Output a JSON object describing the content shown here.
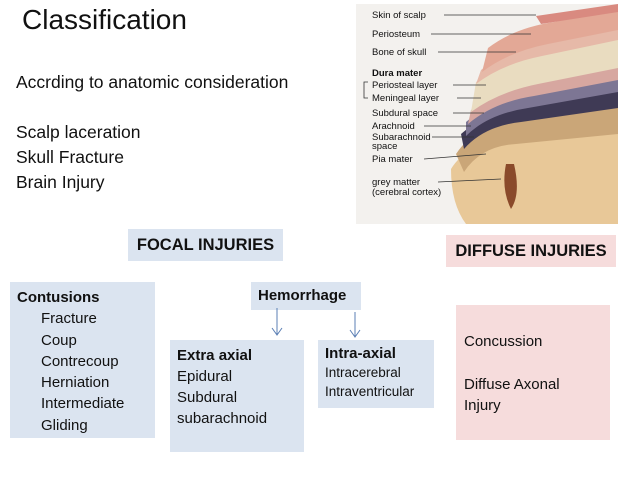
{
  "title": "Classification",
  "intro": {
    "line1": "Accrding to anatomic consideration",
    "items": [
      "Scalp laceration",
      "Skull Fracture",
      "Brain Injury"
    ]
  },
  "focal_label": "FOCAL INJURIES",
  "diffuse_label": "DIFFUSE INJURIES",
  "contusions": {
    "heading": "Contusions",
    "items": [
      "Fracture",
      "Coup",
      "Contrecoup",
      "Herniation",
      "Intermediate",
      "Gliding"
    ]
  },
  "hemorrhage": "Hemorrhage",
  "extra_axial": {
    "heading": "Extra axial",
    "items": [
      "Epidural",
      "Subdural",
      "subarachnoid"
    ]
  },
  "intra_axial": {
    "heading": "Intra-axial",
    "items": [
      "Intracerebral",
      "Intraventricular"
    ]
  },
  "diffuse": {
    "line1": "Concussion",
    "line2a": "Diffuse Axonal",
    "line2b": "Injury"
  },
  "anatomy": {
    "labels": {
      "scalp": "Skin of scalp",
      "periosteum": "Periosteum",
      "bone": "Bone of skull",
      "dura": "Dura mater",
      "periosteal_layer": "Periosteal layer",
      "meningeal_layer": "Meningeal layer",
      "subdural": "Subdural space",
      "arachnoid": "Arachnoid",
      "subarachnoid": "Subarachnoid",
      "space": "space",
      "pia": "Pia mater",
      "grey1": "grey matter",
      "grey2": "(cerebral cortex)"
    }
  },
  "colors": {
    "blue_box": "#dbe4f0",
    "pink_box": "#f6dcdc",
    "arrow": "#5b7fb4"
  }
}
